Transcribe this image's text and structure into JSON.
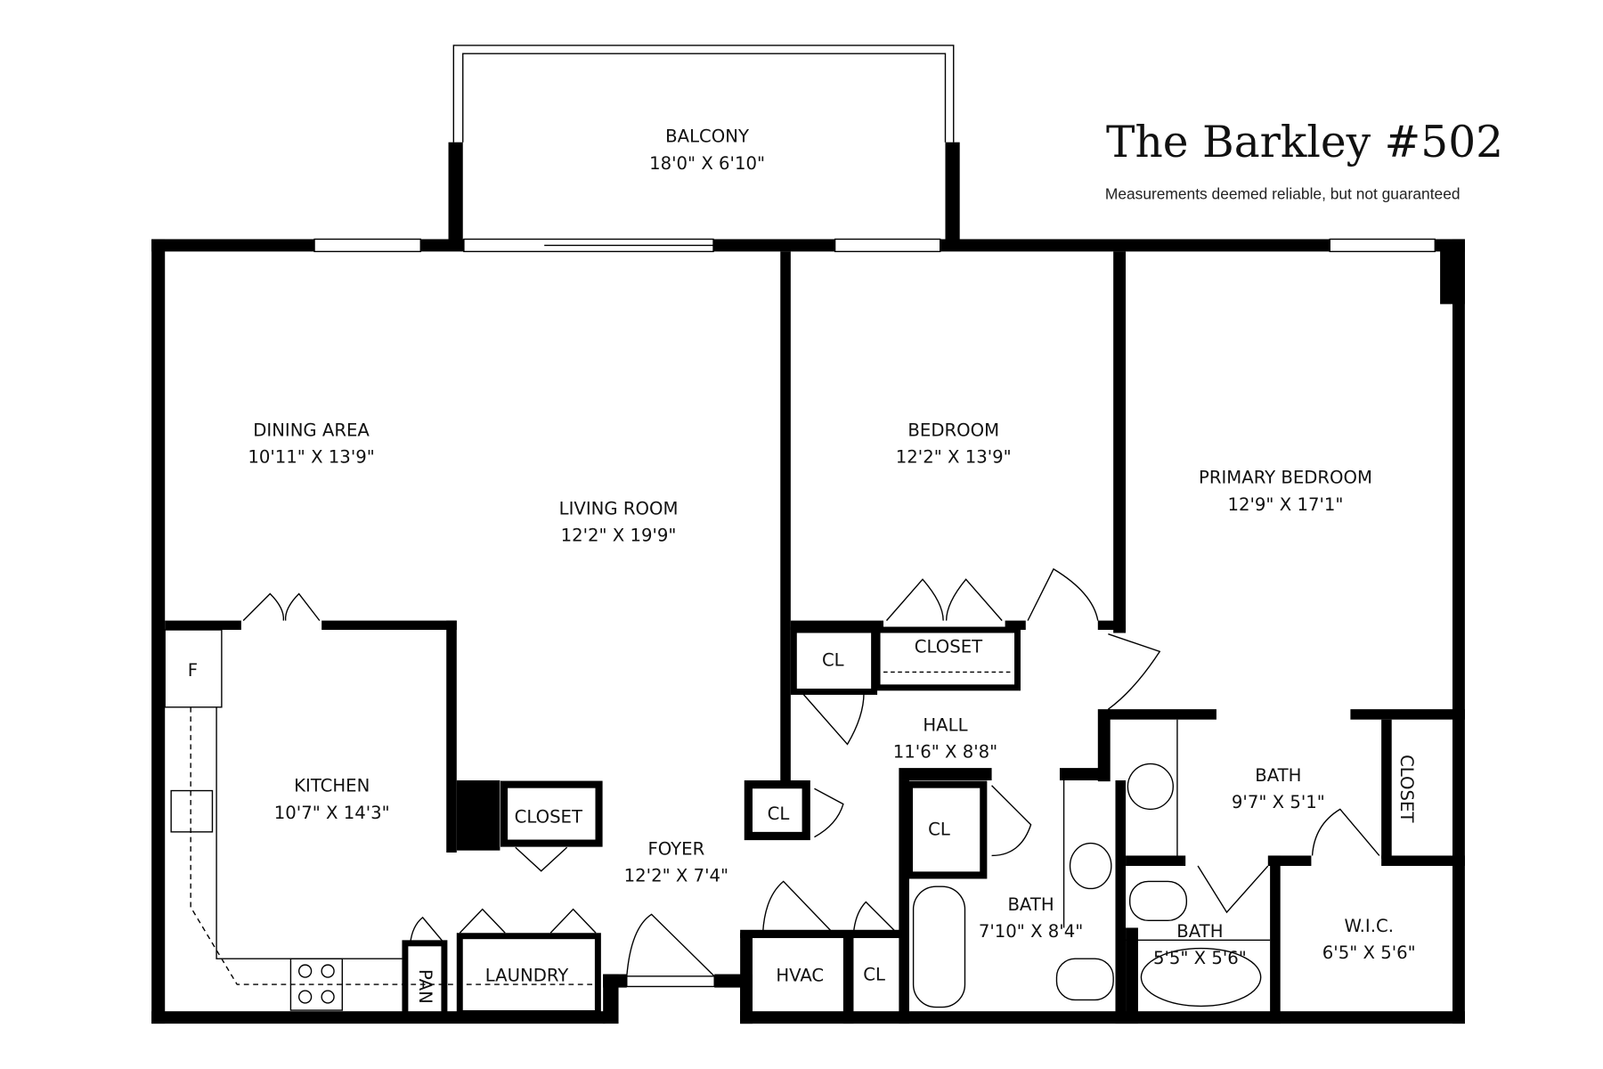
{
  "header": {
    "title": "The Barkley #502",
    "disclaimer": "Measurements deemed reliable, but not guaranteed"
  },
  "rooms": {
    "balcony": {
      "name": "BALCONY",
      "size": "18'0\" X 6'10\""
    },
    "dining": {
      "name": "DINING AREA",
      "size": "10'11\" X 13'9\""
    },
    "living": {
      "name": "LIVING ROOM",
      "size": "12'2\" X 19'9\""
    },
    "bedroom": {
      "name": "BEDROOM",
      "size": "12'2\" X 13'9\""
    },
    "primary_bedroom": {
      "name": "PRIMARY BEDROOM",
      "size": "12'9\" X 17'1\""
    },
    "kitchen": {
      "name": "KITCHEN",
      "size": "10'7\" X 14'3\""
    },
    "foyer": {
      "name": "FOYER",
      "size": "12'2\" X 7'4\""
    },
    "hall": {
      "name": "HALL",
      "size": "11'6\" X 8'8\""
    },
    "primary_bath": {
      "name": "BATH",
      "size": "9'7\" X 5'1\""
    },
    "bath_hall": {
      "name": "BATH",
      "size": "7'10\" X 8'4\""
    },
    "bath_small": {
      "name": "BATH",
      "size": "5'5\" X 5'6\""
    },
    "wic": {
      "name": "W.I.C.",
      "size": "6'5\" X 5'6\""
    }
  },
  "small_labels": {
    "foyer_closet": "CLOSET",
    "hall_cl": "CL",
    "bedroom_closet": "CLOSET",
    "foyer_cl": "CL",
    "bath_cl": "CL",
    "primary_closet": "CLOSET",
    "hvac": "HVAC",
    "hvac_cl": "CL",
    "laundry": "LAUNDRY",
    "pantry": "PAN",
    "fridge": "F"
  }
}
